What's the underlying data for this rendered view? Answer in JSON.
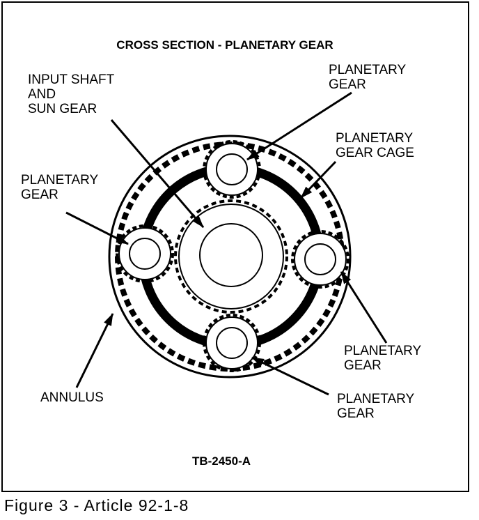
{
  "diagram": {
    "title": "CROSS SECTION - PLANETARY GEAR",
    "labels": {
      "input_shaft": [
        "INPUT SHAFT",
        "AND",
        "SUN GEAR"
      ],
      "planetary_gear_top": [
        "PLANETARY",
        "GEAR"
      ],
      "planetary_gear_cage": [
        "PLANETARY",
        "GEAR CAGE"
      ],
      "planetary_gear_left": [
        "PLANETARY",
        "GEAR"
      ],
      "planetary_gear_right": [
        "PLANETARY",
        "GEAR"
      ],
      "planetary_gear_bottom": [
        "PLANETARY",
        "GEAR"
      ],
      "annulus": "ANNULUS"
    },
    "code": "TB-2450-A"
  },
  "caption": "Figure 3 - Article 92-1-8"
}
